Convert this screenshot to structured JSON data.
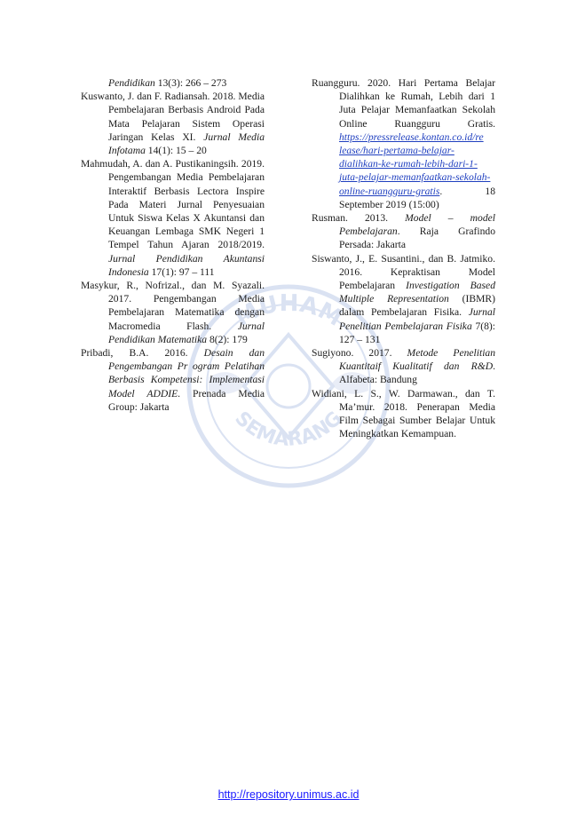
{
  "left_column": {
    "ref1": {
      "title": "Pendidikan",
      "rest": " 13(3): 266 – 273"
    },
    "ref2": {
      "authors": "Kuswanto, J. dan F. Radiansah. 2018. Media Pembelajaran Berbasis Android Pada Mata Pelajaran Sistem Operasi Jaringan Kelas XI. ",
      "journal": "Jurnal Media Infotama",
      "rest": " 14(1): 15 – 20"
    },
    "ref3": {
      "authors": "Mahmudah, A. dan A. Pustikaningsih. 2019. Pengembangan Media Pembelajaran Interaktif Berbasis Lectora Inspire Pada Materi Jurnal Penyesuaian Untuk Siswa Kelas X Akuntansi dan Keuangan Lembaga SMK Negeri 1 Tempel Tahun Ajaran 2018/2019. ",
      "journal": "Jurnal Pendidikan Akuntansi Indonesia",
      "rest": " 17(1): 97 – 111"
    },
    "ref4": {
      "authors": "Masykur, R., Nofrizal., dan M. Syazali. 2017. Pengembangan Media Pembelajaran Matematika dengan Macromedia Flash. ",
      "journal": "Jurnal Pendidikan Matematika",
      "rest": " 8(2): 179"
    },
    "ref5": {
      "authors": "Pribadi, B.A. 2016. ",
      "title": "Desain dan Pengembangan Pr ogram Pelatihan Berbasis Kompetensi: Implementasi Model ADDIE",
      "rest": ". Prenada Media Group: Jakarta"
    }
  },
  "right_column": {
    "ref6": {
      "authors": "Ruangguru. 2020. Hari Pertama Belajar Dialihkan ke Rumah, Lebih dari 1 Juta Pelajar Memanfaatkan Sekolah Online Ruangguru Gratis. ",
      "url": "https://pressrelease.kontan.co.id/re lease/hari-pertama-belajar-dialihkan-ke-rumah-lebih-dari-1- juta-pelajar-memanfaatkan-sekolah-online-ruangguru-gratis",
      "rest": ". 18 September 2019 (15:00)"
    },
    "ref7": {
      "authors": "Rusman. 2013. ",
      "title": "Model – model Pembelajaran",
      "rest": ". Raja Grafindo Persada: Jakarta"
    },
    "ref8": {
      "authors": "Siswanto, J., E. Susantini., dan B. Jatmiko. 2016. Kepraktisan Model Pembelajaran ",
      "title": "Investigation Based Multiple Representation",
      "mid": " (IBMR) dalam Pembelajaran Fisika. ",
      "journal": "Jurnal Penelitian Pembelajaran Fisika",
      "rest": " 7(8): 127 – 131"
    },
    "ref9": {
      "authors": "Sugiyono. 2017. ",
      "title": "Metode Penelitian Kuantitaif Kualitatif dan R&D",
      "rest": ". Alfabeta: Bandung"
    },
    "ref10": {
      "authors": "Widiani, L. S., W. Darmawan., dan T. Ma’mur. 2018. Penerapan Media Film Sebagai Sumber Belajar Untuk Meningkatkan Kemampuan."
    }
  },
  "watermark": {
    "top_text": "MUHAM",
    "bottom_text": "SEMARANG"
  },
  "footer": {
    "url": "http://repository.unimus.ac.id"
  }
}
